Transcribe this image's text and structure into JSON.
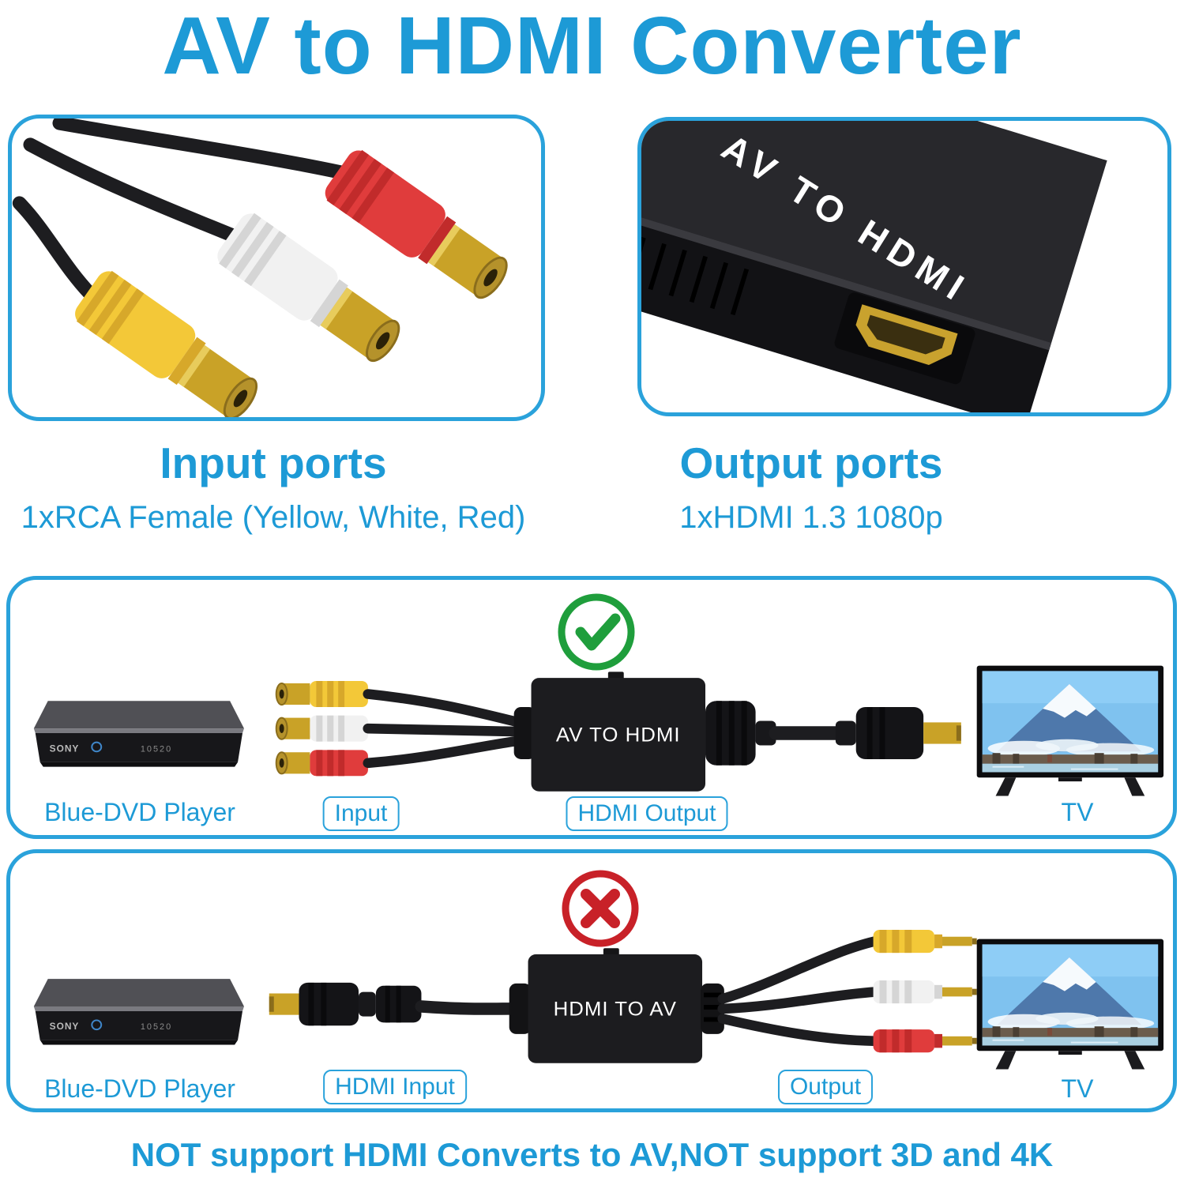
{
  "title": "AV to HDMI Converter",
  "columns": {
    "input": {
      "heading": "Input ports",
      "detail": "1xRCA Female (Yellow, White, Red)"
    },
    "output": {
      "heading": "Output ports",
      "detail": "1xHDMI 1.3 1080p"
    }
  },
  "product": {
    "top_label": "AV TO HDMI"
  },
  "scenarios": {
    "correct": {
      "status": "supported",
      "source_brand": "SONY",
      "source_display": "10520",
      "source_label": "Blue-DVD Player",
      "port_left_label": "Input",
      "converter_label": "AV TO HDMI",
      "port_right_label": "HDMI Output",
      "display_label": "TV"
    },
    "wrong": {
      "status": "not-supported",
      "source_brand": "SONY",
      "source_display": "10520",
      "source_label": "Blue-DVD Player",
      "port_left_label": "HDMI Input",
      "converter_label": "HDMI TO AV",
      "port_right_label": "Output",
      "display_label": "TV"
    }
  },
  "footer_note": "NOT support HDMI Converts to AV,NOT support 3D and 4K",
  "colors": {
    "accent": "#1D9AD6",
    "check_green": "#1F9E3C",
    "cross_red": "#C82128",
    "rca_yellow": "#F3C838",
    "rca_white": "#F1F1F1",
    "rca_red": "#E03C3C",
    "connector_gold": "#C9A227"
  }
}
